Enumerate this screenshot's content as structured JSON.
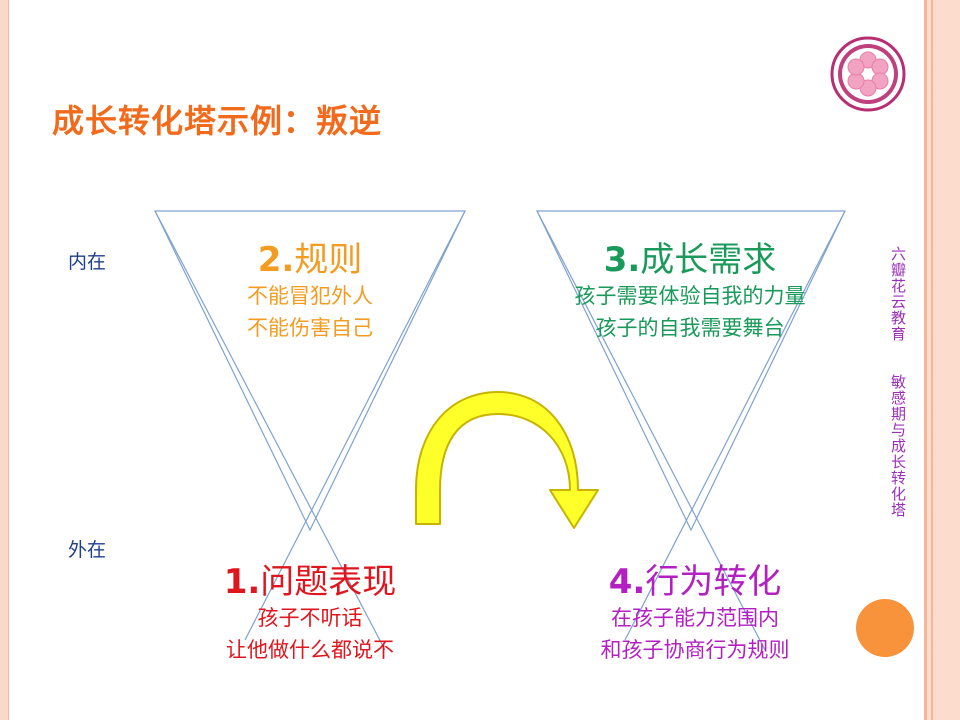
{
  "title": "成长转化塔示例：叛逆",
  "side_labels": {
    "inner": "内在",
    "outer": "外在"
  },
  "blocks": {
    "rule": {
      "num": "2.",
      "head": "规则",
      "lines": [
        "不能冒犯外人",
        "不能伤害自己"
      ]
    },
    "need": {
      "num": "3.",
      "head": "成长需求",
      "lines": [
        "孩子需要体验自我的力量",
        "孩子的自我需要舞台"
      ]
    },
    "problem": {
      "num": "1.",
      "head": "问题表现",
      "lines": [
        "孩子不听话",
        "让他做什么都说不"
      ]
    },
    "change": {
      "num": "4.",
      "head": "行为转化",
      "lines": [
        "在孩子能力范围内",
        "和孩子协商行为规则"
      ]
    }
  },
  "vertical_caption": "六瓣花云教育　　敏感期与成长转化塔",
  "colors": {
    "title": "#f26a1b",
    "rule": "#f39c21",
    "need": "#1a9a5a",
    "problem": "#e0161f",
    "change": "#b320c2",
    "triangle_line": "#7fa2cf",
    "arrow_fill": "#ffff2a",
    "arrow_stroke": "#c8b400",
    "logo_ring": "#b72f73",
    "logo_fill": "#f2a3c2",
    "accent_dot": "#f8923b"
  },
  "icons": {
    "logo": "flower-logo-icon",
    "arrow": "curved-arrow-icon"
  }
}
